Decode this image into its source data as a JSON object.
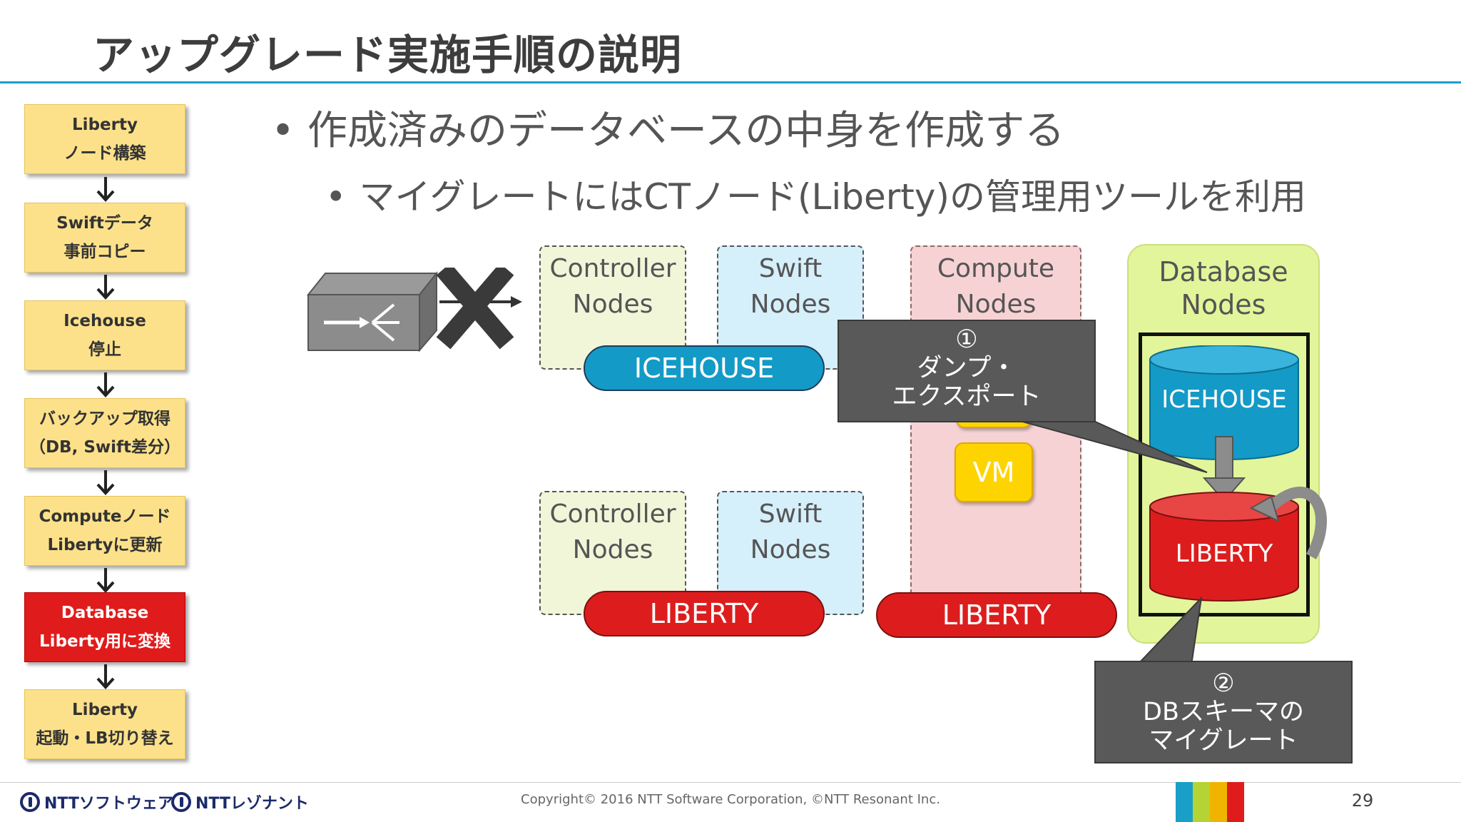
{
  "title": "アップグレード実施手順の説明",
  "steps": [
    {
      "line1": "Liberty",
      "line2": "ノード構築"
    },
    {
      "line1": "Swiftデータ",
      "line2": "事前コピー"
    },
    {
      "line1": "Icehouse",
      "line2": "停止"
    },
    {
      "line1": "バックアップ取得",
      "line2": "（DB, Swift差分）"
    },
    {
      "line1": "Computeノード",
      "line2": "Libertyに更新"
    },
    {
      "line1": "Database",
      "line2": "Liberty用に変換"
    },
    {
      "line1": "Liberty",
      "line2": "起動・LB切り替え"
    }
  ],
  "active_step_index": 5,
  "bullets": {
    "level1": "作成済みのデータベースの中身を作成する",
    "level2": "マイグレートにはCTノード(Liberty)の管理用ツールを利用"
  },
  "diagram": {
    "top_controller": {
      "line1": "Controller",
      "line2": "Nodes"
    },
    "top_swift": {
      "line1": "Swift",
      "line2": "Nodes"
    },
    "top_pill": "ICEHOUSE",
    "bottom_controller": {
      "line1": "Controller",
      "line2": "Nodes"
    },
    "bottom_swift": {
      "line1": "Swift",
      "line2": "Nodes"
    },
    "bottom_pill": "LIBERTY",
    "compute": {
      "line1": "Compute",
      "line2": "Nodes"
    },
    "compute_pill": "LIBERTY",
    "vm_label": "VM",
    "database": {
      "line1": "Database",
      "line2": "Nodes"
    },
    "db_icehouse": "ICEHOUSE",
    "db_liberty": "LIBERTY",
    "callout1": {
      "num": "①",
      "line1": "ダンプ・",
      "line2": "エクスポート"
    },
    "callout2": {
      "num": "②",
      "line1": "DBスキーマの",
      "line2": "マイグレート"
    }
  },
  "footer": {
    "logo1": "NTTソフトウェア",
    "logo2": "NTTレゾナント",
    "copyright": "Copyright© 2016 NTT Software Corporation, ©NTT Resonant Inc.",
    "page_number": "29",
    "bar_colors": [
      "#1a9fc8",
      "#b5d334",
      "#f0b400",
      "#e01b1b"
    ]
  },
  "colors": {
    "accent_blue": "#1a9fc8",
    "active_red": "#e01b1b",
    "step_yellow": "#fde18a"
  }
}
